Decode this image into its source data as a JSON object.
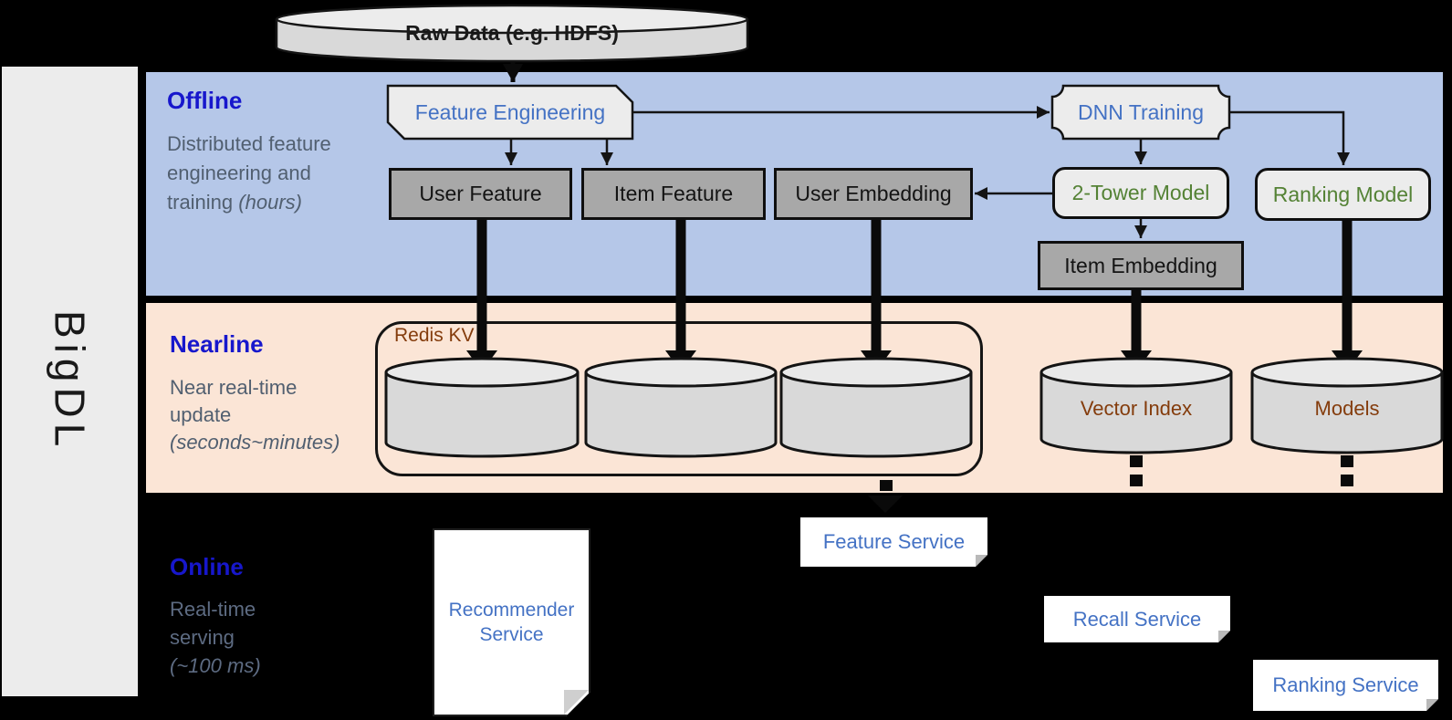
{
  "brand": {
    "label": "BigDL"
  },
  "raw_data": {
    "label": "Raw Data (e.g. HDFS)"
  },
  "bands": {
    "offline": {
      "title": "Offline",
      "subtitle": "Distributed feature engineering and training",
      "note": "(hours)"
    },
    "nearline": {
      "title": "Nearline",
      "subtitle": "Near real-time update",
      "note": "(seconds~minutes)"
    },
    "online": {
      "title": "Online",
      "subtitle": "Real-time serving",
      "note": "(~100 ms)"
    }
  },
  "nodes": {
    "feature_engineering": "Feature Engineering",
    "user_feature": "User Feature",
    "item_feature": "Item Feature",
    "user_embedding": "User Embedding",
    "dnn_training": "DNN Training",
    "two_tower_model": "2-Tower Model",
    "ranking_model": "Ranking Model",
    "item_embedding": "Item Embedding",
    "redis_kv": "Redis KV",
    "vector_index": "Vector Index",
    "models": "Models",
    "recommender_service": "Recommender Service",
    "feature_service": "Feature Service",
    "recall_service": "Recall Service",
    "ranking_service": "Ranking Service"
  },
  "colors": {
    "background": "#000000",
    "offline_band": "#b5c7e8",
    "nearline_band": "#fbe5d6",
    "heading_blue": "#1717cc",
    "subtitle_gray": "#515f70",
    "node_blue_text": "#4472c4",
    "node_green_text": "#548235",
    "storage_brown_text": "#843c0c",
    "gray_node_fill": "#a8a8a8",
    "light_node_fill": "#ececec",
    "cylinder_fill": "#d9d9d9"
  }
}
